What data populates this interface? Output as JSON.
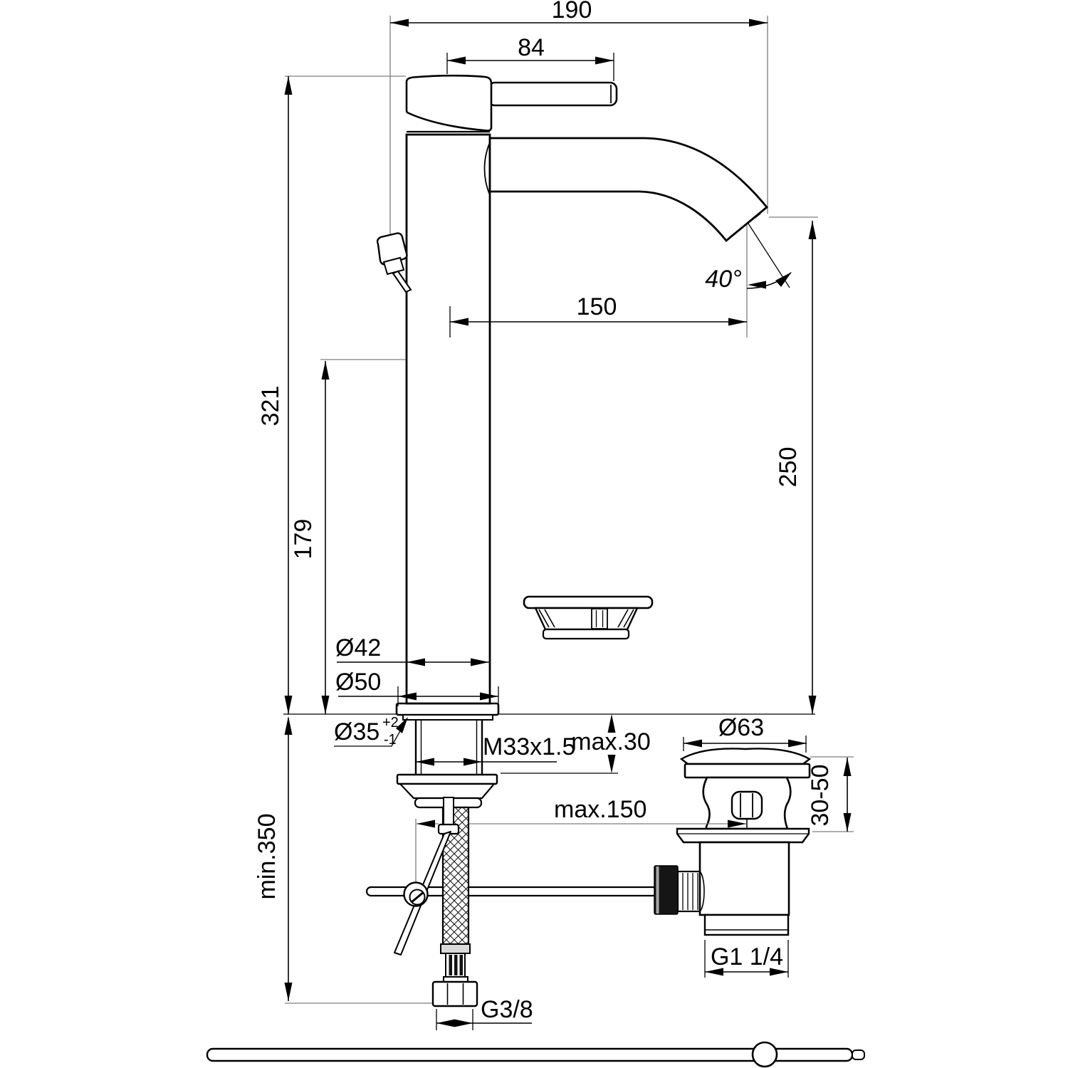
{
  "drawing": {
    "background": "#ffffff",
    "line_color": "#000000",
    "extension_line_color": "#7d7d7d",
    "dims": {
      "overall_depth": "190",
      "lever_length": "84",
      "spout_angle": "40°",
      "spout_reach": "150",
      "height_total": "321",
      "height_body": "179",
      "height_outlet": "250",
      "dia_body": "Ø42",
      "dia_base": "Ø50",
      "dia_hole": "Ø35",
      "hole_tol_upper": "+2",
      "hole_tol_lower": "-1",
      "thread_shank": "M33x1.5",
      "deck_thickness": "max.30",
      "dia_waste_flange": "Ø63",
      "waste_depth_range": "30-50",
      "rod_reach": "max.150",
      "hose_length": "min.350",
      "thread_waste": "G1 1/4",
      "thread_supply": "G3/8"
    }
  }
}
